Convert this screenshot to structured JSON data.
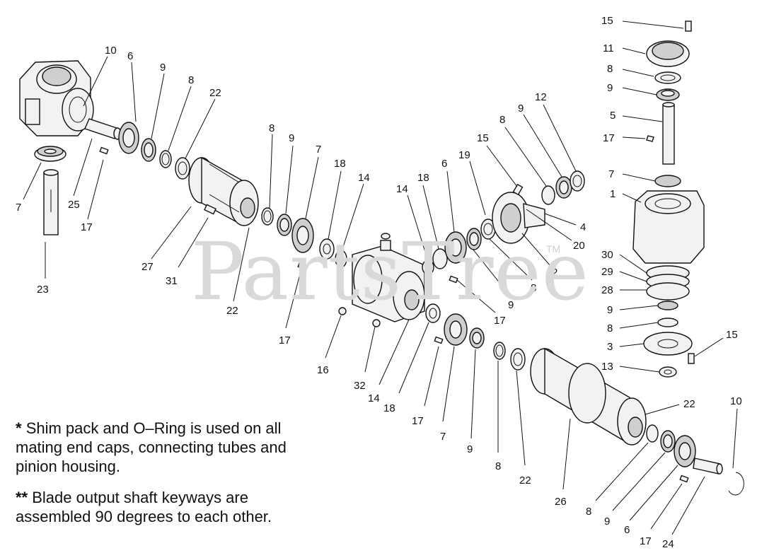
{
  "watermark": {
    "brand": "PartsTree",
    "trademark": "TM"
  },
  "notes": [
    {
      "marker": "*",
      "text": "Shim pack and O–Ring is used on all mating end caps, connecting tubes and pinion housing."
    },
    {
      "marker": "**",
      "text": "Blade output shaft keyways are assembled 90 degrees to each other."
    }
  ],
  "callouts": [
    {
      "id": "c01",
      "label": "10"
    },
    {
      "id": "c02",
      "label": "6"
    },
    {
      "id": "c03",
      "label": "9"
    },
    {
      "id": "c04",
      "label": "8"
    },
    {
      "id": "c05",
      "label": "22"
    },
    {
      "id": "c06",
      "label": "7"
    },
    {
      "id": "c07",
      "label": "25"
    },
    {
      "id": "c08",
      "label": "17"
    },
    {
      "id": "c09",
      "label": "23"
    },
    {
      "id": "c10",
      "label": "8"
    },
    {
      "id": "c11",
      "label": "9"
    },
    {
      "id": "c12",
      "label": "7"
    },
    {
      "id": "c13",
      "label": "18"
    },
    {
      "id": "c14",
      "label": "14"
    },
    {
      "id": "c15",
      "label": "27"
    },
    {
      "id": "c16",
      "label": "31"
    },
    {
      "id": "c17",
      "label": "22"
    },
    {
      "id": "c18",
      "label": "17"
    },
    {
      "id": "c19",
      "label": "14"
    },
    {
      "id": "c20",
      "label": "18"
    },
    {
      "id": "c21",
      "label": "6"
    },
    {
      "id": "c22",
      "label": "19"
    },
    {
      "id": "c23",
      "label": "15"
    },
    {
      "id": "c24",
      "label": "8"
    },
    {
      "id": "c25",
      "label": "9"
    },
    {
      "id": "c26",
      "label": "12"
    },
    {
      "id": "c27",
      "label": "4"
    },
    {
      "id": "c28",
      "label": "20"
    },
    {
      "id": "c29",
      "label": "2"
    },
    {
      "id": "c30",
      "label": "8"
    },
    {
      "id": "c31",
      "label": "9"
    },
    {
      "id": "c32",
      "label": "17"
    },
    {
      "id": "c33",
      "label": "16"
    },
    {
      "id": "c34",
      "label": "32"
    },
    {
      "id": "c35",
      "label": "14"
    },
    {
      "id": "c36",
      "label": "18"
    },
    {
      "id": "c37",
      "label": "17"
    },
    {
      "id": "c38",
      "label": "7"
    },
    {
      "id": "c39",
      "label": "9"
    },
    {
      "id": "c40",
      "label": "8"
    },
    {
      "id": "c41",
      "label": "22"
    },
    {
      "id": "c42",
      "label": "26"
    },
    {
      "id": "c43",
      "label": "22"
    },
    {
      "id": "c44",
      "label": "8"
    },
    {
      "id": "c45",
      "label": "9"
    },
    {
      "id": "c46",
      "label": "6"
    },
    {
      "id": "c47",
      "label": "17"
    },
    {
      "id": "c48",
      "label": "24"
    },
    {
      "id": "c49",
      "label": "10"
    },
    {
      "id": "c50",
      "label": "15"
    },
    {
      "id": "c51",
      "label": "11"
    },
    {
      "id": "c52",
      "label": "8"
    },
    {
      "id": "c53",
      "label": "9"
    },
    {
      "id": "c54",
      "label": "5"
    },
    {
      "id": "c55",
      "label": "17"
    },
    {
      "id": "c56",
      "label": "7"
    },
    {
      "id": "c57",
      "label": "1"
    },
    {
      "id": "c58",
      "label": "30"
    },
    {
      "id": "c59",
      "label": "29"
    },
    {
      "id": "c60",
      "label": "28"
    },
    {
      "id": "c61",
      "label": "9"
    },
    {
      "id": "c62",
      "label": "8"
    },
    {
      "id": "c63",
      "label": "3"
    },
    {
      "id": "c64",
      "label": "15"
    },
    {
      "id": "c65",
      "label": "13"
    }
  ]
}
